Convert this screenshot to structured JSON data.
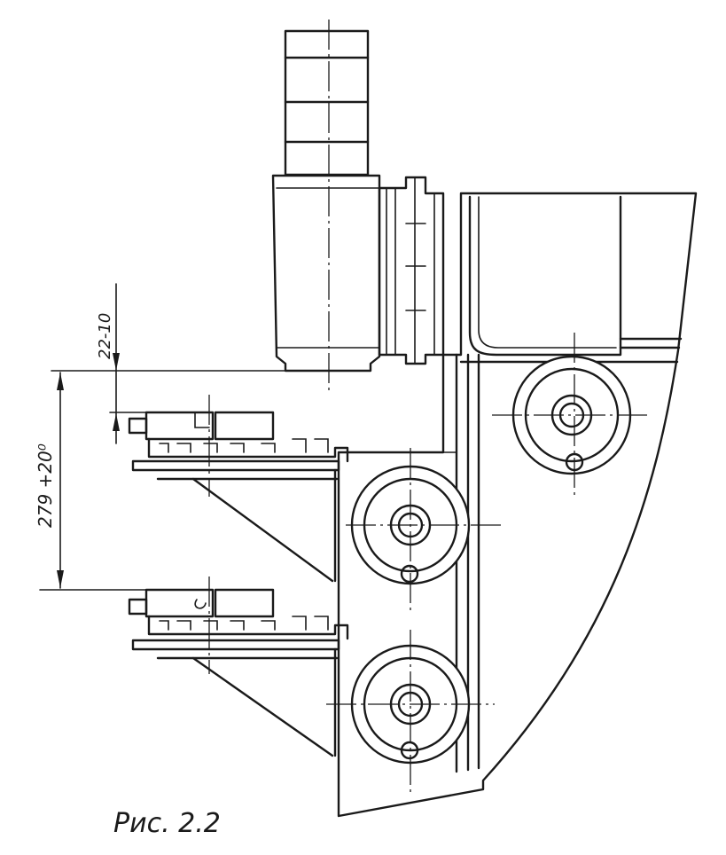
{
  "figure": {
    "caption": "Рис. 2.2",
    "dimensions": {
      "upper_offset": "22-10",
      "spacing": "279 +20⁰"
    }
  }
}
